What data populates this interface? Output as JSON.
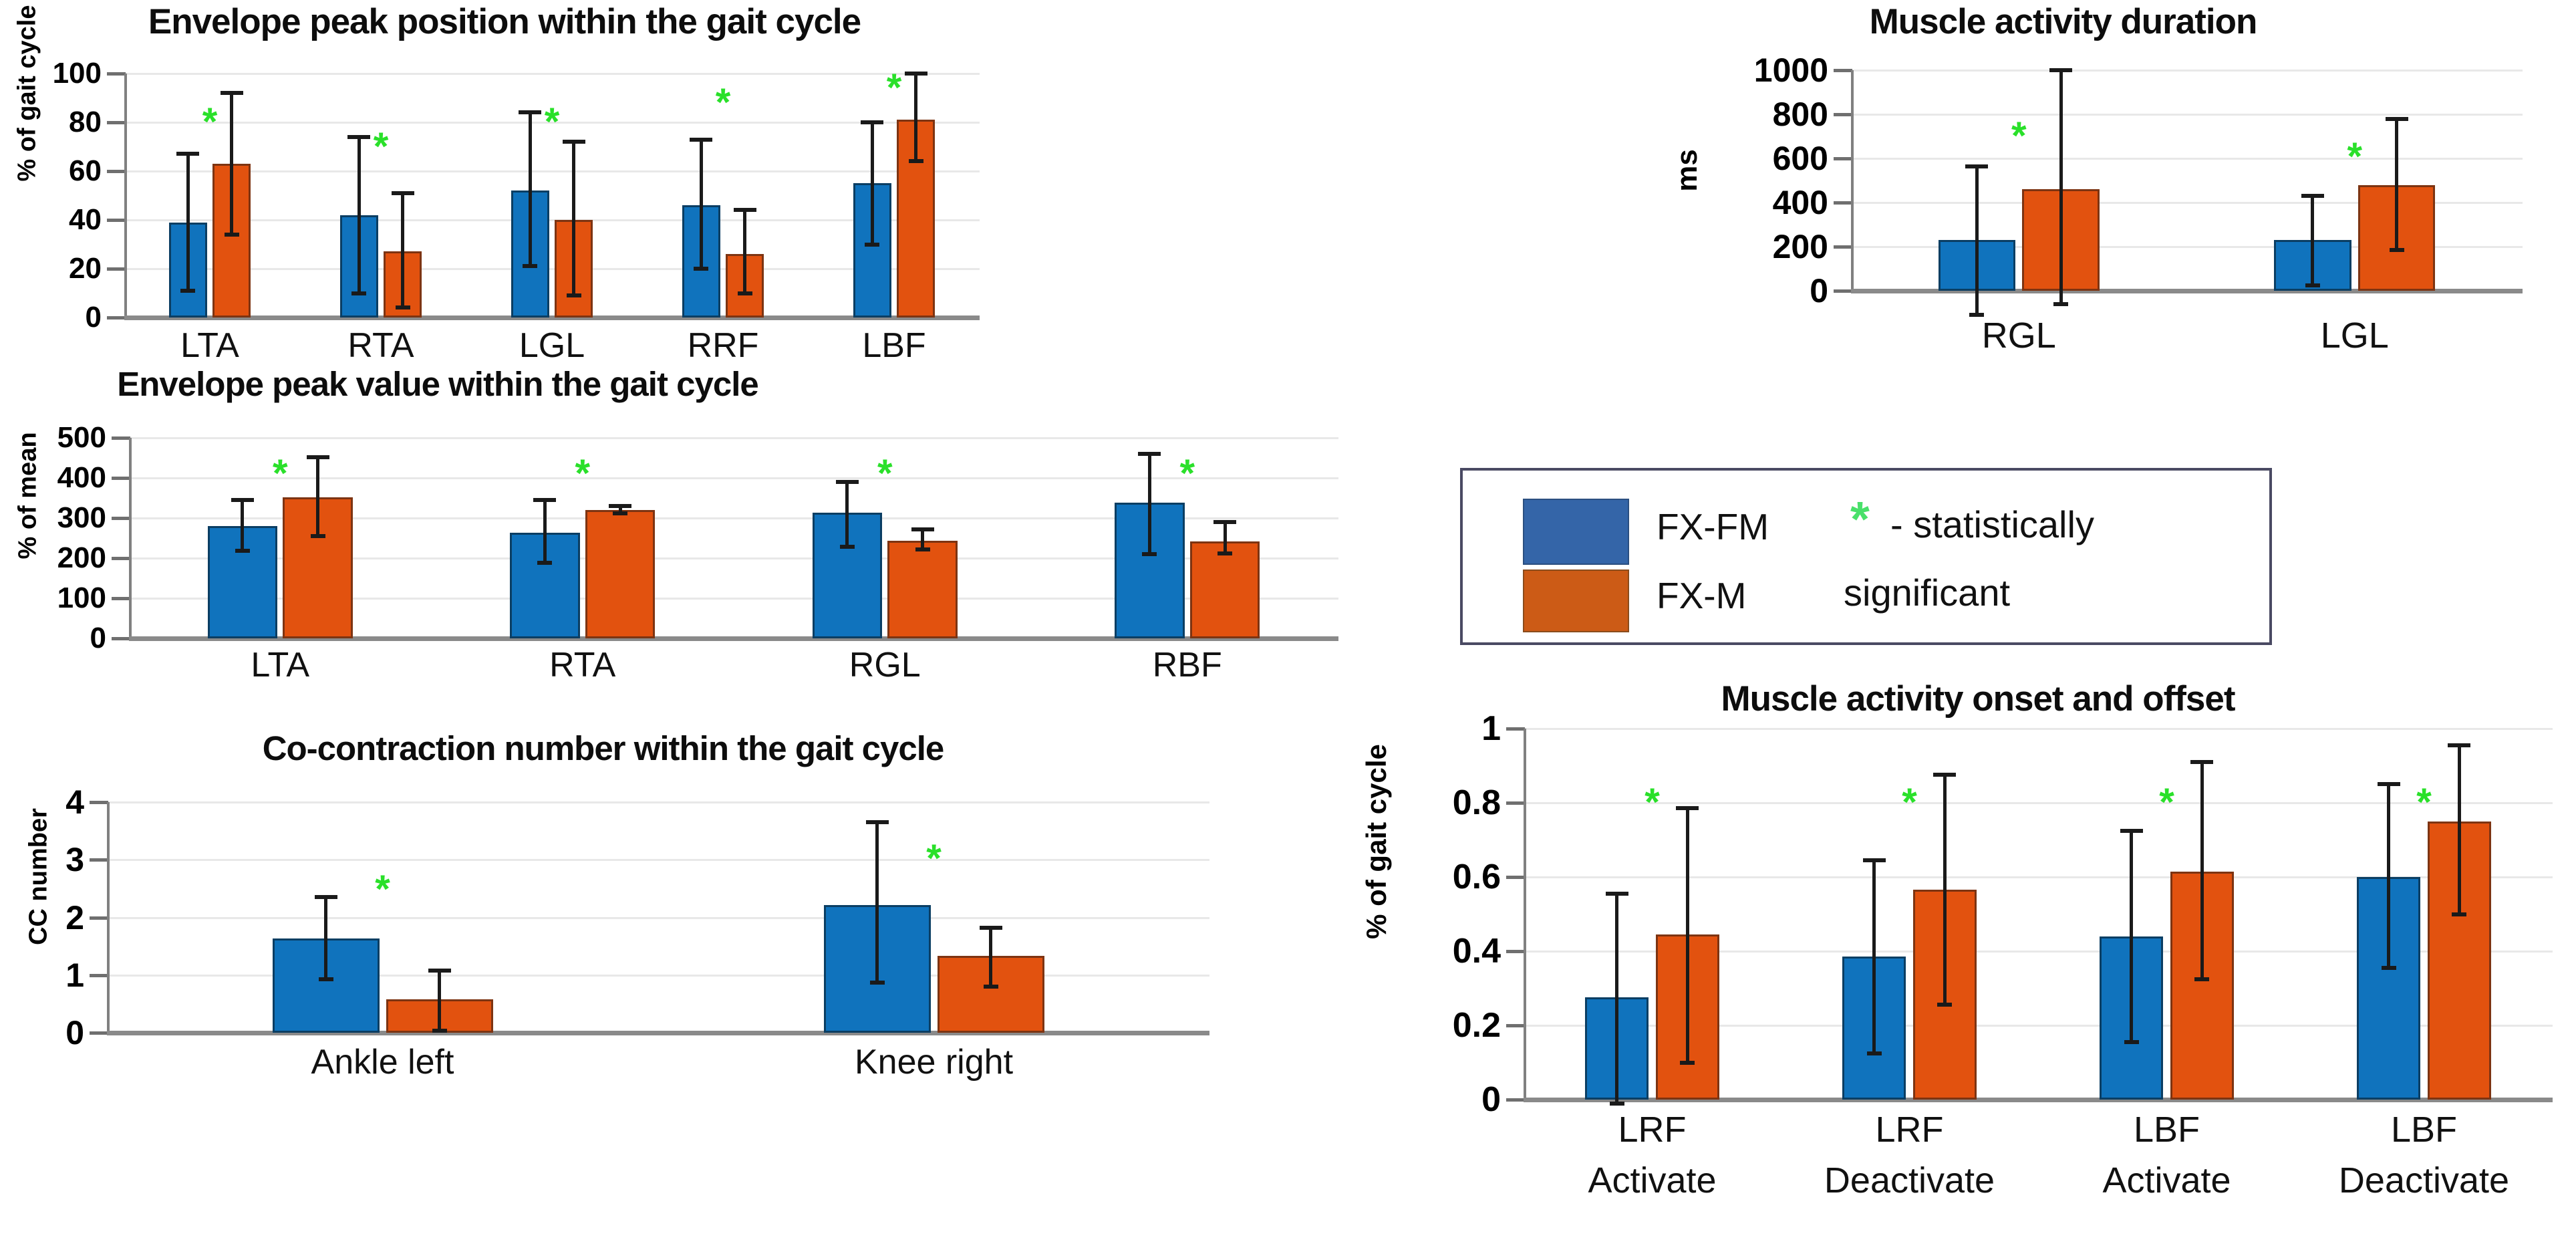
{
  "legend": {
    "series": [
      {
        "label": "FX-FM",
        "color": "#3465a8"
      },
      {
        "label": "FX-M",
        "color": "#cc5b16"
      }
    ],
    "note_star": "*",
    "note_line1": "- statistically",
    "note_line2": "significant",
    "star_color": "#2ae02a"
  },
  "colors": {
    "blue": "#1073bd",
    "orange": "#e2520f",
    "star": "#2ae02a",
    "grid": "#e8e8e8",
    "axis": "#808080"
  },
  "chart_data": [
    {
      "id": "envelope-peak-position",
      "type": "bar",
      "title": "Envelope peak position within the gait cycle",
      "xlabel": "",
      "ylabel": "% of gait cycle",
      "ylim": [
        0,
        100
      ],
      "yticks": [
        0,
        20,
        40,
        60,
        80,
        100
      ],
      "grid": true,
      "legend_position": "external",
      "categories": [
        "LTA",
        "RTA",
        "LGL",
        "RRF",
        "LBF"
      ],
      "series": [
        {
          "name": "FX-FM",
          "values": [
            39,
            42,
            52,
            46,
            55
          ],
          "err_low": [
            11,
            10,
            21,
            20,
            30
          ],
          "err_high": [
            67,
            74,
            84,
            73,
            80
          ]
        },
        {
          "name": "FX-M",
          "values": [
            63,
            27,
            40,
            26,
            81
          ],
          "err_low": [
            34,
            4,
            9,
            10,
            64
          ],
          "err_high": [
            92,
            51,
            72,
            44,
            100
          ]
        }
      ],
      "significance": [
        {
          "category": "LTA",
          "x_pct": 0.5,
          "y": 80
        },
        {
          "category": "RTA",
          "x_pct": 0.5,
          "y": 70
        },
        {
          "category": "LGL",
          "x_pct": 0.5,
          "y": 80
        },
        {
          "category": "RRF",
          "x_pct": 0.5,
          "y": 88
        },
        {
          "category": "LBF",
          "x_pct": 0.5,
          "y": 94
        }
      ]
    },
    {
      "id": "envelope-peak-value",
      "type": "bar",
      "title": "Envelope peak value within the gait cycle",
      "xlabel": "",
      "ylabel": "% of mean",
      "ylim": [
        0,
        500
      ],
      "yticks": [
        0,
        100,
        200,
        300,
        400,
        500
      ],
      "grid": true,
      "legend_position": "external",
      "categories": [
        "LTA",
        "RTA",
        "RGL",
        "RBF"
      ],
      "series": [
        {
          "name": "FX-FM",
          "values": [
            280,
            263,
            313,
            338
          ],
          "err_low": [
            218,
            188,
            228,
            210
          ],
          "err_high": [
            345,
            345,
            390,
            460
          ]
        },
        {
          "name": "FX-M",
          "values": [
            352,
            320,
            243,
            242
          ],
          "err_low": [
            255,
            312,
            222,
            212
          ],
          "err_high": [
            452,
            330,
            272,
            290
          ]
        }
      ],
      "significance": [
        {
          "category": "LTA",
          "x_pct": 0.5,
          "y": 410
        },
        {
          "category": "RTA",
          "x_pct": 0.5,
          "y": 410
        },
        {
          "category": "RGL",
          "x_pct": 0.5,
          "y": 410
        },
        {
          "category": "RBF",
          "x_pct": 0.5,
          "y": 410
        }
      ]
    },
    {
      "id": "co-contraction-number",
      "type": "bar",
      "title": "Co-contraction number within the gait cycle",
      "xlabel": "",
      "ylabel": "CC number",
      "ylim": [
        0,
        4
      ],
      "yticks": [
        0,
        1,
        2,
        3,
        4
      ],
      "grid": true,
      "legend_position": "external",
      "categories": [
        "Ankle left",
        "Knee right"
      ],
      "series": [
        {
          "name": "FX-FM",
          "values": [
            1.63,
            2.22
          ],
          "err_low": [
            0.93,
            0.87
          ],
          "err_high": [
            2.35,
            3.65
          ]
        },
        {
          "name": "FX-M",
          "values": [
            0.58,
            1.33
          ],
          "err_low": [
            0.04,
            0.8
          ],
          "err_high": [
            1.08,
            1.82
          ]
        }
      ],
      "significance": [
        {
          "category": "Ankle left",
          "x_pct": 0.5,
          "y": 2.48
        },
        {
          "category": "Knee right",
          "x_pct": 0.5,
          "y": 3.02
        }
      ]
    },
    {
      "id": "muscle-activity-duration",
      "type": "bar",
      "title": "Muscle activity duration",
      "xlabel": "",
      "ylabel": "ms",
      "ylim": [
        0,
        1000
      ],
      "yticks": [
        0,
        200,
        400,
        600,
        800,
        1000
      ],
      "grid": true,
      "legend_position": "external",
      "categories": [
        "RGL",
        "LGL"
      ],
      "series": [
        {
          "name": "FX-FM",
          "values": [
            230,
            230
          ],
          "err_low": [
            -110,
            25
          ],
          "err_high": [
            565,
            430
          ]
        },
        {
          "name": "FX-M",
          "values": [
            460,
            478
          ],
          "err_low": [
            -60,
            185
          ],
          "err_high": [
            1000,
            780
          ]
        }
      ],
      "significance": [
        {
          "category": "RGL",
          "x_pct": 0.5,
          "y": 700
        },
        {
          "category": "LGL",
          "x_pct": 0.5,
          "y": 605
        }
      ]
    },
    {
      "id": "muscle-activity-onset-offset",
      "type": "bar",
      "title": "Muscle activity onset and offset",
      "xlabel": "",
      "ylabel": "% of gait cycle",
      "ylim": [
        0,
        1
      ],
      "yticks": [
        0,
        0.2,
        0.4,
        0.6,
        0.8,
        1
      ],
      "grid": true,
      "legend_position": "external",
      "categories": [
        "LRF Activate",
        "LRF Deactivate",
        "LBF Activate",
        "LBF Deactivate"
      ],
      "category_lines": [
        [
          "LRF",
          "Activate"
        ],
        [
          "LRF",
          "Deactivate"
        ],
        [
          "LBF",
          "Activate"
        ],
        [
          "LBF",
          "Deactivate"
        ]
      ],
      "series": [
        {
          "name": "FX-FM",
          "values": [
            0.275,
            0.385,
            0.44,
            0.6
          ],
          "err_low": [
            -0.01,
            0.125,
            0.155,
            0.355
          ],
          "err_high": [
            0.555,
            0.645,
            0.725,
            0.85
          ]
        },
        {
          "name": "FX-M",
          "values": [
            0.445,
            0.565,
            0.615,
            0.75
          ],
          "err_low": [
            0.1,
            0.255,
            0.325,
            0.5
          ],
          "err_high": [
            0.785,
            0.875,
            0.91,
            0.955
          ]
        }
      ],
      "significance": [
        {
          "category": "LRF Activate",
          "x_pct": 0.5,
          "y": 0.8
        },
        {
          "category": "LRF Deactivate",
          "x_pct": 0.5,
          "y": 0.8
        },
        {
          "category": "LBF Activate",
          "x_pct": 0.5,
          "y": 0.8
        },
        {
          "category": "LBF Deactivate",
          "x_pct": 0.5,
          "y": 0.8
        }
      ]
    }
  ]
}
